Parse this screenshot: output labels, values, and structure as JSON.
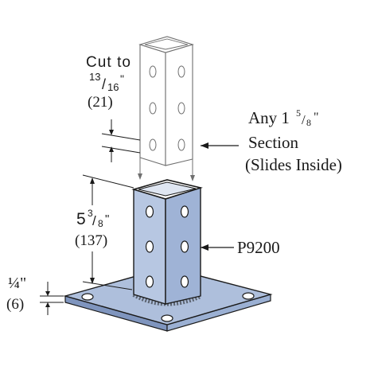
{
  "labels": {
    "cut_to": "Cut to",
    "cut_fraction_num": "13",
    "cut_fraction_den": "16",
    "cut_inch_mark": "\"",
    "cut_mm": "(21)",
    "any_prefix": "Any 1",
    "any_fraction_num": "5",
    "any_fraction_den": "8",
    "any_inch_mark": "\"",
    "section_line2": "Section",
    "section_line3": "(Slides Inside)",
    "height_whole": "5",
    "height_fraction_num": "3",
    "height_fraction_den": "8",
    "height_inch_mark": "\"",
    "height_mm": "(137)",
    "part_number": "P9200",
    "plate_thickness": "1⁄⁄4\"",
    "plate_thickness_fraction": "¼\"",
    "plate_thickness_mm": "(6)"
  },
  "colors": {
    "steel_fill": "#aebfdc",
    "steel_shade": "#8ea3c8",
    "outline": "#1a1a1a",
    "ghost_outline": "#6f6f6f"
  }
}
